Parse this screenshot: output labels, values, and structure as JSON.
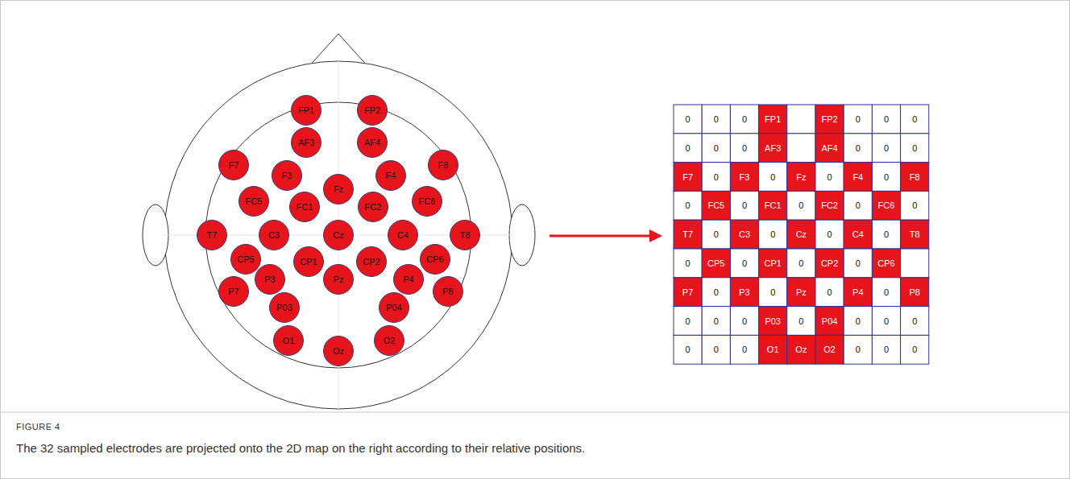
{
  "diagram": {
    "title": "FIGURE 4",
    "caption": "The 32 sampled electrodes are projected onto the 2D map on the right according to their relative positions.",
    "nodes": [
      {
        "text": [
          "FP1"
        ]
      },
      {
        "text": [
          "FP2"
        ]
      },
      {
        "text": [
          "AF3"
        ]
      },
      {
        "text": [
          "AF4"
        ]
      },
      {
        "text": [
          "F7"
        ]
      },
      {
        "text": [
          "F3"
        ]
      },
      {
        "text": [
          "Fz"
        ]
      },
      {
        "text": [
          "F4"
        ]
      },
      {
        "text": [
          "F8"
        ]
      },
      {
        "text": [
          "FC5"
        ]
      },
      {
        "text": [
          "FC1"
        ]
      },
      {
        "text": [
          "FC2"
        ]
      },
      {
        "text": [
          "FC6"
        ]
      },
      {
        "text": [
          "T7"
        ]
      },
      {
        "text": [
          "C3"
        ]
      },
      {
        "text": [
          "Cz"
        ]
      },
      {
        "text": [
          "C4"
        ]
      },
      {
        "text": [
          "T8"
        ]
      },
      {
        "text": [
          "CP5"
        ]
      },
      {
        "text": [
          "CP1"
        ]
      },
      {
        "text": [
          "CP2"
        ]
      },
      {
        "text": [
          "CP6"
        ]
      },
      {
        "text": [
          "P7"
        ]
      },
      {
        "text": [
          "P3"
        ]
      },
      {
        "text": [
          "Pz"
        ]
      },
      {
        "text": [
          "P4"
        ]
      },
      {
        "text": [
          "P8"
        ]
      },
      {
        "text": [
          "P03"
        ]
      },
      {
        "text": [
          "P04"
        ]
      },
      {
        "text": [
          "O1"
        ]
      },
      {
        "text": [
          "Oz"
        ]
      },
      {
        "text": [
          "O2"
        ]
      }
    ],
    "labels": [
      "0",
      "0",
      "0",
      "FP1",
      "FP2",
      "0",
      "0",
      "0",
      "0",
      "0",
      "0",
      "AF3",
      "AF4",
      "0",
      "0",
      "0",
      "F7",
      "0",
      "F3",
      "0",
      "Fz",
      "0",
      "F4",
      "0",
      "F8",
      "0",
      "FC5",
      "0",
      "FC1",
      "0",
      "FC2",
      "0",
      "FC6",
      "0",
      "T7",
      "0",
      "C3",
      "0",
      "Cz",
      "0",
      "C4",
      "0",
      "T8",
      "0",
      "CP5",
      "0",
      "CP1",
      "0",
      "CP2",
      "0",
      "CP6",
      "P7",
      "0",
      "P3",
      "0",
      "Pz",
      "0",
      "P4",
      "0",
      "P8",
      "0",
      "0",
      "0",
      "P03",
      "0",
      "P04",
      "0",
      "0",
      "0",
      "0",
      "0",
      "0",
      "O1",
      "Oz",
      "O2",
      "0",
      "0",
      "0"
    ]
  }
}
